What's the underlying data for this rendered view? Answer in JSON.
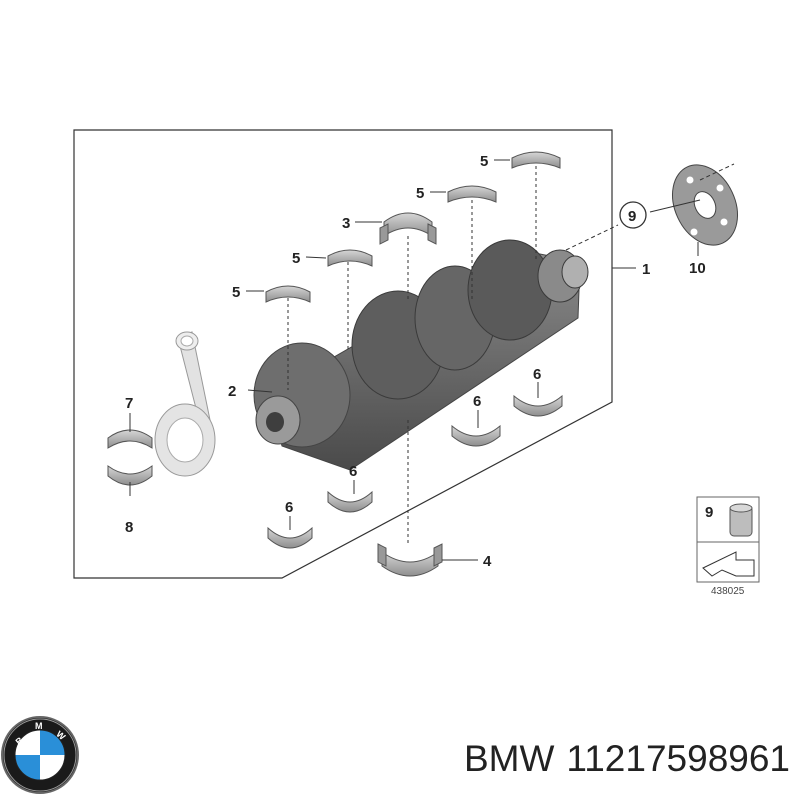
{
  "diagram": {
    "callouts": {
      "c1": "1",
      "c2": "2",
      "c3": "3",
      "c4": "4",
      "c5a": "5",
      "c5b": "5",
      "c5c": "5",
      "c5d": "5",
      "c6a": "6",
      "c6b": "6",
      "c6c": "6",
      "c6d": "6",
      "c7": "7",
      "c8": "8",
      "c9": "9",
      "c10": "10",
      "legend_num": "9"
    },
    "drawing_code": "438025"
  },
  "footer": {
    "brand": "BMW",
    "part_number": "11217598961"
  },
  "colors": {
    "part_dark": "#5c5c5c",
    "part_mid": "#8a8a8a",
    "part_light": "#c8c8c8",
    "line": "#333333"
  }
}
